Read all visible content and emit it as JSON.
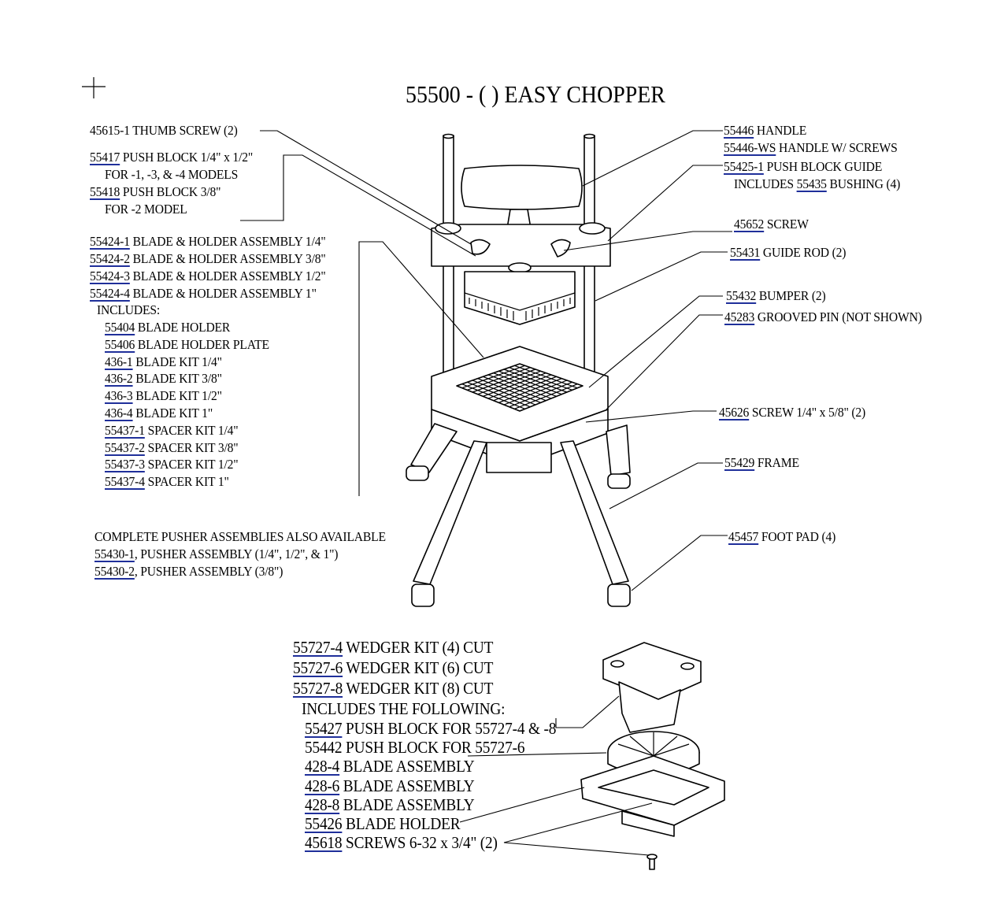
{
  "title": "55500 - (  )  EASY CHOPPER",
  "left": {
    "thumb_screw": {
      "pn": "45615-1",
      "desc": " THUMB SCREW (2)"
    },
    "push_block_14": {
      "pn": "55417",
      "desc": " PUSH BLOCK 1/4\" x 1/2\""
    },
    "push_block_14_note": "FOR -1, -3, & -4 MODELS",
    "push_block_38": {
      "pn": "55418",
      "desc": " PUSH BLOCK 3/8\""
    },
    "push_block_38_note": "FOR -2 MODEL",
    "blade_assemblies": [
      {
        "pn": "55424-1",
        "desc": " BLADE & HOLDER ASSEMBLY 1/4\""
      },
      {
        "pn": "55424-2",
        "desc": " BLADE & HOLDER ASSEMBLY 3/8\""
      },
      {
        "pn": "55424-3",
        "desc": " BLADE & HOLDER ASSEMBLY 1/2\""
      },
      {
        "pn": "55424-4",
        "desc": " BLADE & HOLDER ASSEMBLY 1\""
      }
    ],
    "includes": "INCLUDES:",
    "included_parts": [
      {
        "pn": "55404",
        "desc": " BLADE HOLDER"
      },
      {
        "pn": "55406",
        "desc": " BLADE HOLDER PLATE"
      },
      {
        "pn": "436-1",
        "desc": " BLADE KIT 1/4\""
      },
      {
        "pn": "436-2",
        "desc": " BLADE KIT 3/8\""
      },
      {
        "pn": "436-3",
        "desc": " BLADE KIT 1/2\""
      },
      {
        "pn": "436-4",
        "desc": " BLADE KIT 1\""
      },
      {
        "pn": "55437-1",
        "desc": " SPACER KIT 1/4\""
      },
      {
        "pn": "55437-2",
        "desc": " SPACER KIT 3/8\""
      },
      {
        "pn": "55437-3",
        "desc": " SPACER KIT 1/2\""
      },
      {
        "pn": "55437-4",
        "desc": " SPACER KIT 1\""
      }
    ],
    "pusher_heading": "COMPLETE PUSHER ASSEMBLIES ALSO AVAILABLE",
    "pushers": [
      {
        "pn": "55430-1",
        "desc": ", PUSHER ASSEMBLY (1/4\", 1/2\", & 1\")"
      },
      {
        "pn": "55430-2",
        "desc": ", PUSHER ASSEMBLY (3/8\")"
      }
    ]
  },
  "right": {
    "handle": {
      "pn": "55446",
      "desc": " HANDLE"
    },
    "handle_ws": {
      "pn": "55446-WS",
      "desc": " HANDLE W/ SCREWS"
    },
    "guide": {
      "pn": "55425-1",
      "desc": " PUSH BLOCK GUIDE"
    },
    "guide_note": {
      "pre": "INCLUDES ",
      "pn": "55435",
      "desc": " BUSHING (4)"
    },
    "screw": {
      "pn": "45652",
      "desc": " SCREW"
    },
    "guide_rod": {
      "pn": "55431",
      "desc": "  GUIDE ROD (2)"
    },
    "bumper": {
      "pn": "55432",
      "desc": " BUMPER (2)"
    },
    "grooved_pin": {
      "pn": "45283",
      "desc": " GROOVED PIN (NOT SHOWN)"
    },
    "screw_14": {
      "pn": "45626",
      "desc": " SCREW 1/4\" x 5/8\"  (2)"
    },
    "frame": {
      "pn": "55429",
      "desc": " FRAME"
    },
    "foot_pad": {
      "pn": "45457",
      "desc": " FOOT PAD (4)"
    }
  },
  "wedger": {
    "kits": [
      {
        "pn": "55727-4",
        "desc": " WEDGER KIT (4) CUT"
      },
      {
        "pn": "55727-6",
        "desc": " WEDGER KIT (6) CUT"
      },
      {
        "pn": "55727-8",
        "desc": " WEDGER KIT (8) CUT"
      }
    ],
    "includes": "INCLUDES THE FOLLOWING:",
    "parts": [
      {
        "pn": "55427",
        "desc": " PUSH BLOCK FOR 55727-4 & -8"
      },
      {
        "pn": "55442",
        "desc": " PUSH BLOCK FOR 55727-6"
      },
      {
        "pn": "428-4",
        "desc": " BLADE ASSEMBLY"
      },
      {
        "pn": "428-6",
        "desc": " BLADE ASSEMBLY"
      },
      {
        "pn": "428-8",
        "desc": " BLADE ASSEMBLY"
      },
      {
        "pn": "55426",
        "desc": " BLADE HOLDER"
      },
      {
        "pn": "45618",
        "desc": " SCREWS 6-32 x 3/4\"  (2)"
      }
    ]
  },
  "colors": {
    "underline": "#1f2f9a",
    "ink": "#000000"
  }
}
